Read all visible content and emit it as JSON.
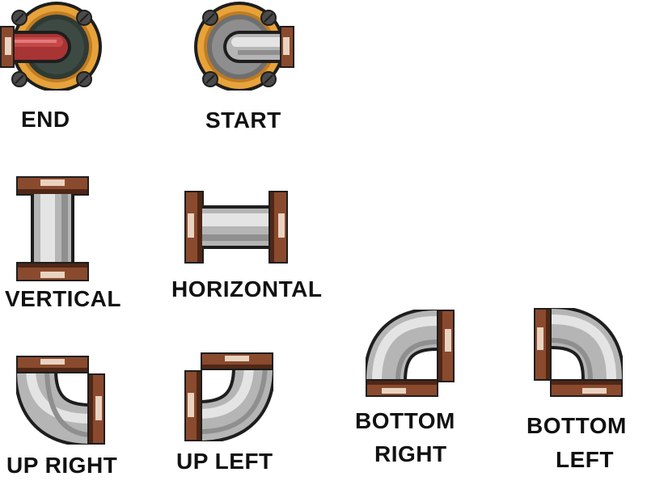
{
  "sheet": {
    "labels": {
      "end": "END",
      "start": "START",
      "vertical": "VERTICAL",
      "horizontal": "HORIZONTAL",
      "up_right": "UP RIGHT",
      "up_left": "UP LEFT",
      "bottom_right_line1": "BOTTOM",
      "bottom_right_line2": "RIGHT",
      "bottom_left_line1": "BOTTOM",
      "bottom_left_line2": "LEFT"
    },
    "icons": {
      "end": "end-valve-icon",
      "start": "start-valve-icon",
      "vertical": "vertical-pipe-icon",
      "horizontal": "horizontal-pipe-icon",
      "up_right": "up-right-elbow-icon",
      "up_left": "up-left-elbow-icon",
      "bottom_right": "bottom-right-elbow-icon",
      "bottom_left": "bottom-left-elbow-icon"
    },
    "colors": {
      "pipe_light": "#e4e4e4",
      "pipe_mid": "#b5b5b5",
      "pipe_dark": "#7f7f7f",
      "outline": "#1e1e1e",
      "flange": "#8a4a2e",
      "flange_dark": "#4e2716",
      "brass_ring": "#e7a23a",
      "valve_face": "#2f3a34",
      "end_fluid": "#c54848",
      "label": "#111111"
    }
  }
}
